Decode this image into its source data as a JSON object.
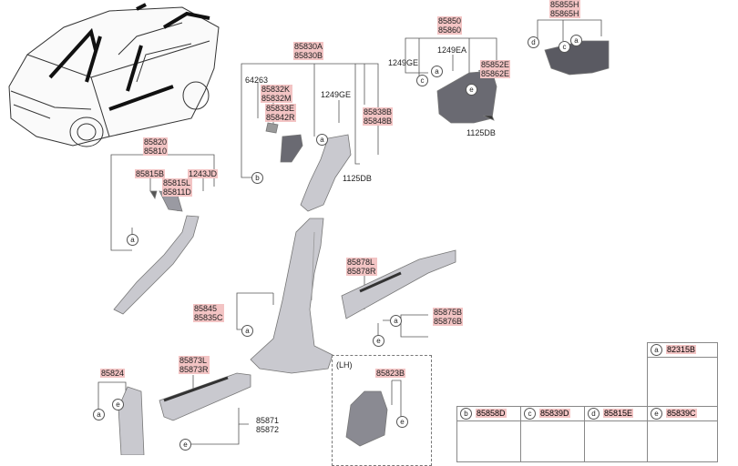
{
  "labels": {
    "c85820": "85820",
    "c85810": "85810",
    "c85815B": "85815B",
    "c1243JD": "1243JD",
    "c85815L": "85815L",
    "c85811D": "85811D",
    "c85830A": "85830A",
    "c85830B": "85830B",
    "c64263": "64263",
    "c85832K": "85832K",
    "c85832M": "85832M",
    "c85833E": "85833E",
    "c85842R": "85842R",
    "c1249GE_mid": "1249GE",
    "c85838B": "85838B",
    "c85848B": "85848B",
    "c1125DB_mid": "1125DB",
    "c85850": "85850",
    "c85860": "85860",
    "c1249GE_top": "1249GE",
    "c1249EA": "1249EA",
    "c85852E": "85852E",
    "c85862E": "85862E",
    "c1125DB_top": "1125DB",
    "c85855H": "85855H",
    "c85865H": "85865H",
    "c85878L": "85878L",
    "c85878R": "85878R",
    "c85875B": "85875B",
    "c85876B": "85876B",
    "c85845": "85845",
    "c85835C": "85835C",
    "c85824": "85824",
    "c85873L": "85873L",
    "c85873R": "85873R",
    "c85871": "85871",
    "c85872": "85872",
    "c85823B": "85823B",
    "lh": "(LH)"
  },
  "callouts": {
    "a": "a",
    "b": "b",
    "c": "c",
    "d": "d",
    "e": "e"
  },
  "legend": [
    {
      "letter": "a",
      "code": "82315B"
    },
    {
      "letter": "b",
      "code": "85858D"
    },
    {
      "letter": "c",
      "code": "85839D"
    },
    {
      "letter": "d",
      "code": "85815E"
    },
    {
      "letter": "e",
      "code": "85839C"
    }
  ],
  "colors": {
    "highlight": "#f3c4c4",
    "selected": "#bcd3ee",
    "part_fill": "#c9c9cf",
    "part_dark": "#5a5a62"
  }
}
